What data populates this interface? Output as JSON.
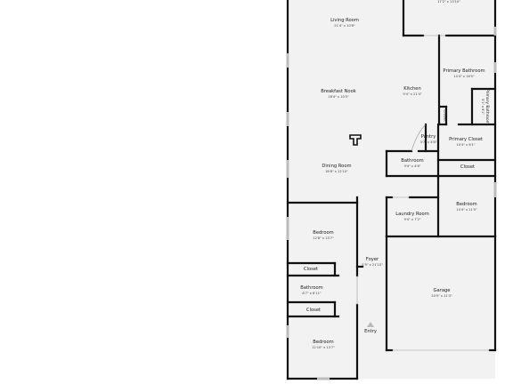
{
  "colors": {
    "background": "#ffffff",
    "floor": "#f2f2f2",
    "wall": "#111111",
    "window": "#bdbdbd"
  },
  "icons": {
    "entry": "entry-arrow-icon",
    "fireplace": "fireplace-icon"
  },
  "rooms": {
    "top_room": {
      "dims": "17'2\" x 13'10\""
    },
    "living_room": {
      "name": "Living Room",
      "dims": "21'4\" x 10'8\""
    },
    "primary_bathroom": {
      "name": "Primary Bathroom",
      "dims": "10'4\" x 16'5\""
    },
    "breakfast_nook": {
      "name": "Breakfast Nook",
      "dims": "18'4\" x 10'5\""
    },
    "kitchen": {
      "name": "Kitchen",
      "dims": "9'4\" x 21'4\""
    },
    "closet_kitchen": {
      "name": "Closet"
    },
    "primary_bath_small": {
      "name": "Primary Bathroom",
      "dims": "5'1\" x 9'1\""
    },
    "pantry": {
      "name": "Pantry",
      "dims": "3'7\" x 4'8\""
    },
    "primary_closet": {
      "name": "Primary Closet",
      "dims": "10'4\" x 6'1\""
    },
    "bathroom_center": {
      "name": "Bathroom",
      "dims": "9'4\" x 4'6\""
    },
    "closet_right": {
      "name": "Closet"
    },
    "dining_room": {
      "name": "Dining Room",
      "dims": "18'8\" x 12'10\""
    },
    "bedroom_right": {
      "name": "Bedroom",
      "dims": "10'4\" x 11'5\""
    },
    "laundry_room": {
      "name": "Laundry Room",
      "dims": "9'4\" x 7'2\""
    },
    "bedroom_left_top": {
      "name": "Bedroom",
      "dims": "12'8\" x 13'7\""
    },
    "foyer": {
      "name": "Foyer",
      "dims": "5'5\" x 21'10\""
    },
    "closet_left_top": {
      "name": "Closet"
    },
    "garage": {
      "name": "Garage",
      "dims": "20'5\" x 21'3\""
    },
    "bathroom_left": {
      "name": "Bathroom",
      "dims": "8'7\" x 6'11\""
    },
    "closet_left_bottom": {
      "name": "Closet"
    },
    "entry": {
      "name": "Entry"
    },
    "bedroom_left_bottom": {
      "name": "Bedroom",
      "dims": "12'10\" x 13'7\""
    }
  }
}
